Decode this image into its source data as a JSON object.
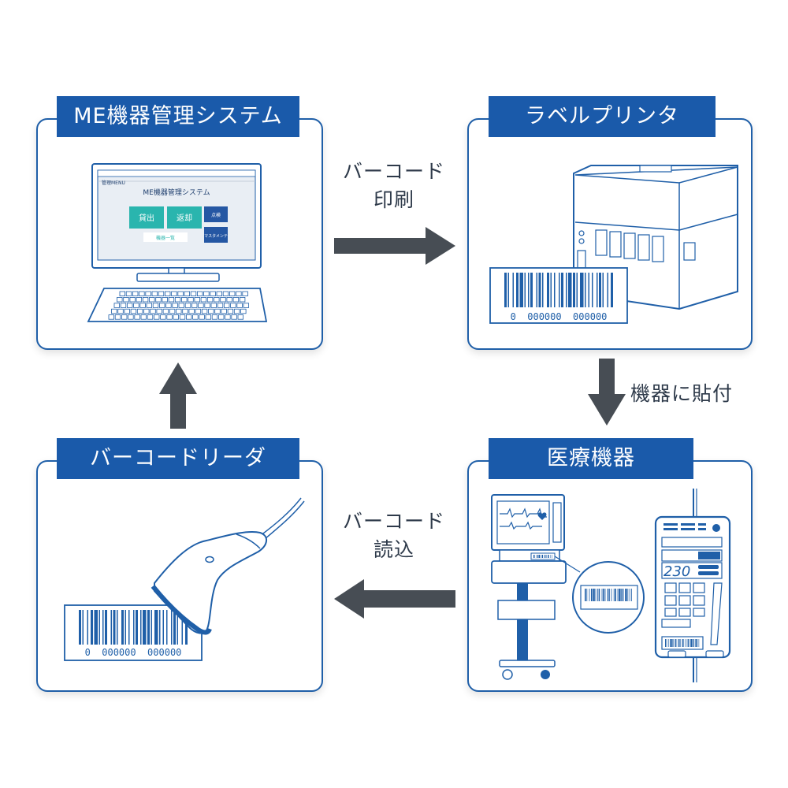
{
  "panels": {
    "me_system": {
      "title": "ME機器管理システム",
      "screen": {
        "menu_header": "管理MENU",
        "heading": "ME機器管理システム",
        "btn_lend": "貸出",
        "btn_return": "返却",
        "btn_inspect": "点検",
        "btn_list": "機器一覧",
        "btn_maint": "マスタメンテ"
      }
    },
    "label_printer": {
      "title": "ラベルプリンタ",
      "barcode_number": "0  000000  000000"
    },
    "barcode_reader": {
      "title": "バーコードリーダ",
      "barcode_number": "0  000000  000000"
    },
    "medical_device": {
      "title": "医療機器",
      "pump_display": "230"
    }
  },
  "steps": {
    "print": {
      "line1": "バーコード",
      "line2": "印刷"
    },
    "attach": {
      "line1": "機器に貼付"
    },
    "read": {
      "line1": "バーコード",
      "line2": "読込"
    }
  },
  "colors": {
    "panel_border": "#1f5fa8",
    "title_bg": "#1a5aaa",
    "arrow": "#474d54",
    "screen_button": "#2ab5ae",
    "dark_button": "#2557a3"
  }
}
